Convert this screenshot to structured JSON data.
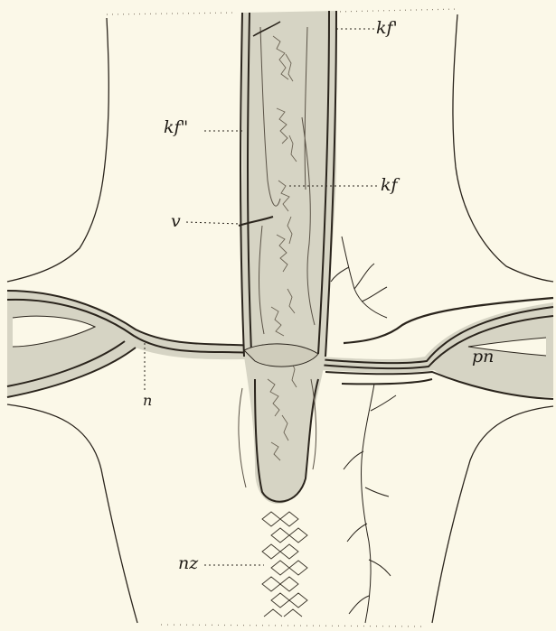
{
  "figure": {
    "background_color": "#fbf8e8",
    "ink_color": "#2a241c",
    "tissue_fill_color": "#d6d4c4",
    "labels": {
      "kf_prime": "kf'",
      "kf_double_prime": "kf\"",
      "kf": "kf",
      "v": "v",
      "pn": "pn",
      "n": "n",
      "nz": "nz"
    }
  }
}
